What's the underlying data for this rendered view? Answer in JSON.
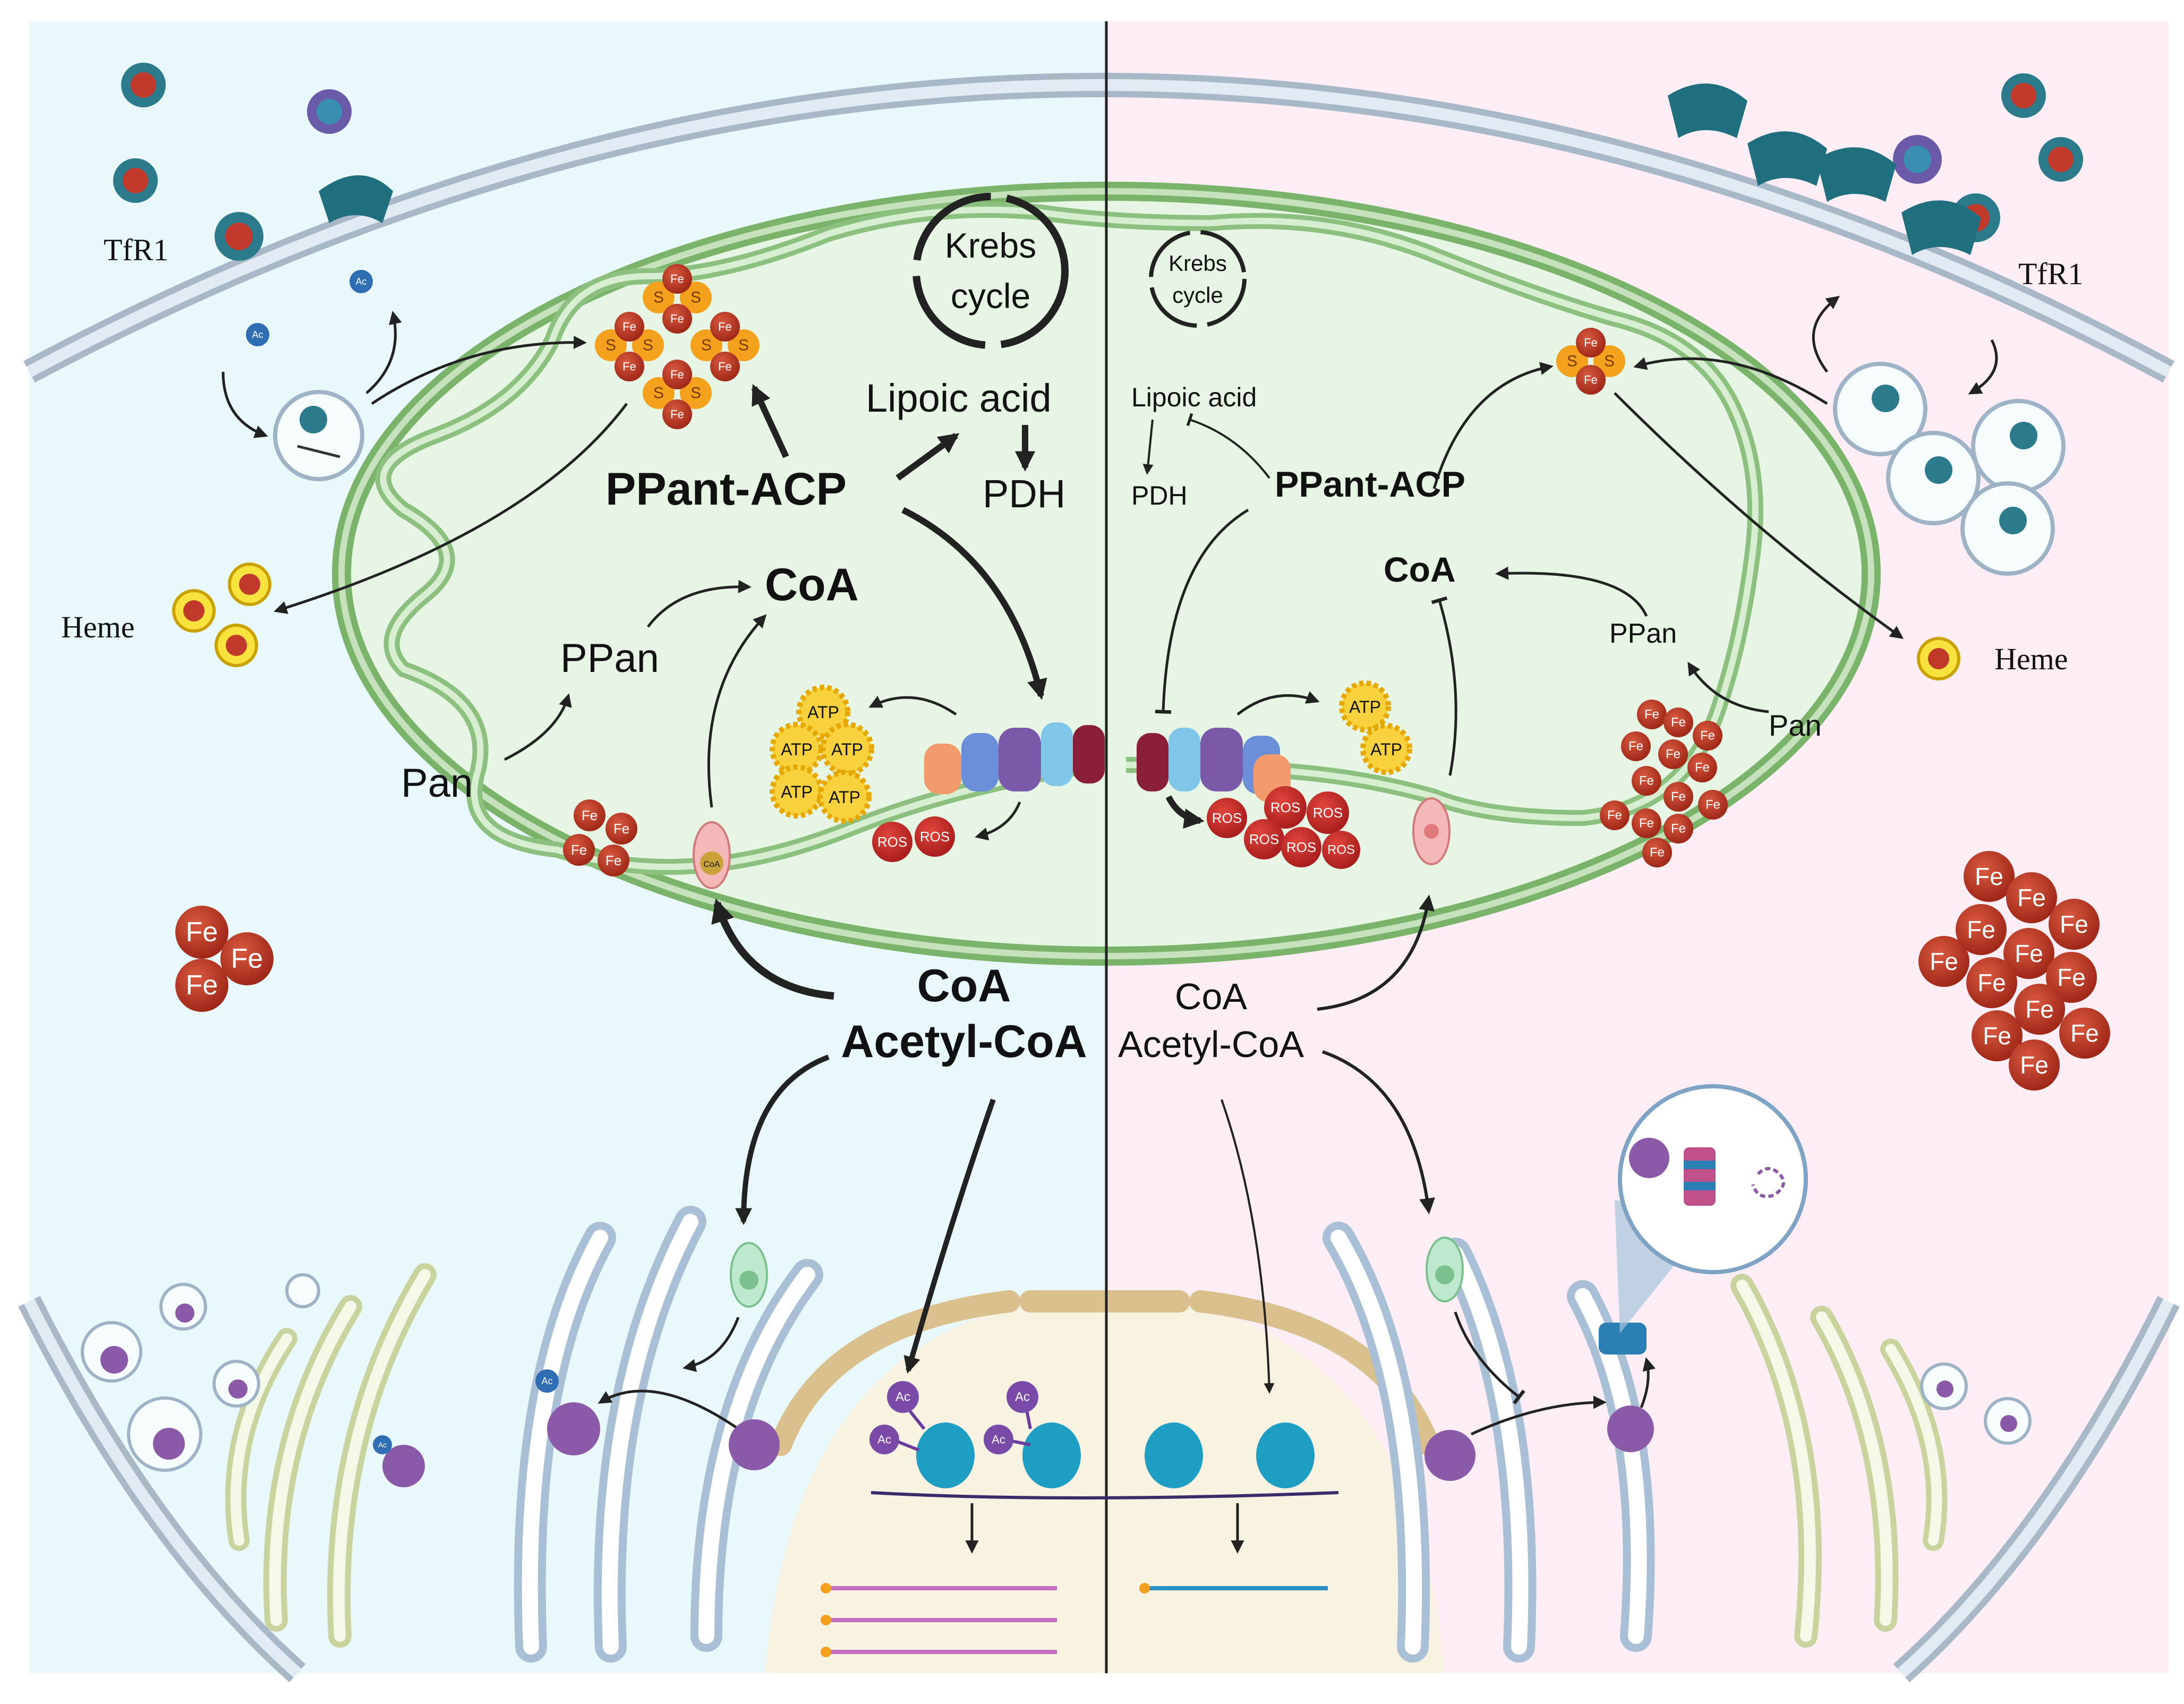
{
  "colors": {
    "left_bg": "#e8f8fb",
    "right_bg": "#fceef4",
    "membrane": "#b7c6d4",
    "mito_outer": "#79b46a",
    "mito_fill": "#e6f5e4",
    "iron": "#c0392b",
    "sulfur": "#f4a21d",
    "golgi": "#a9bfd6",
    "nucleus": "#f4e8c8",
    "ros": "#c62828",
    "atp": "#f7d23e",
    "histone": "#1e9ec2"
  },
  "icons": [
    "transferrin-receptor-icon",
    "fe-sphere-icon",
    "fe-s-cluster-icon",
    "heme-icon",
    "atp-star-icon",
    "ros-sphere-icon",
    "transporter-icon",
    "krebs-cycle-icon",
    "acetyl-group-icon",
    "histone-icon",
    "protein-icon",
    "endosome-icon",
    "proteasome-icon"
  ],
  "left": {
    "tfr1": "TfR1",
    "heme": "Heme",
    "krebs": [
      "Krebs",
      "cycle"
    ],
    "lipoic_acid": "Lipoic acid",
    "pdh": "PDH",
    "ppant_acp": "PPant-ACP",
    "coa_mito": "CoA",
    "ppan": "PPan",
    "pan": "Pan",
    "coa_cyto": "CoA",
    "acetyl_coa": "Acetyl-CoA"
  },
  "right": {
    "tfr1": "TfR1",
    "heme": "Heme",
    "krebs": [
      "Krebs",
      "cycle"
    ],
    "lipoic_acid": "Lipoic acid",
    "pdh": "PDH",
    "ppant_acp": "PPant-ACP",
    "coa_mito": "CoA",
    "ppan": "PPan",
    "pan": "Pan",
    "coa_cyto": "CoA",
    "acetyl_coa": "Acetyl-CoA"
  },
  "glyphs": {
    "fe": "Fe",
    "s": "S",
    "atp": "ATP",
    "ros": "ROS",
    "ac": "Ac",
    "coa_tag": "CoA"
  }
}
